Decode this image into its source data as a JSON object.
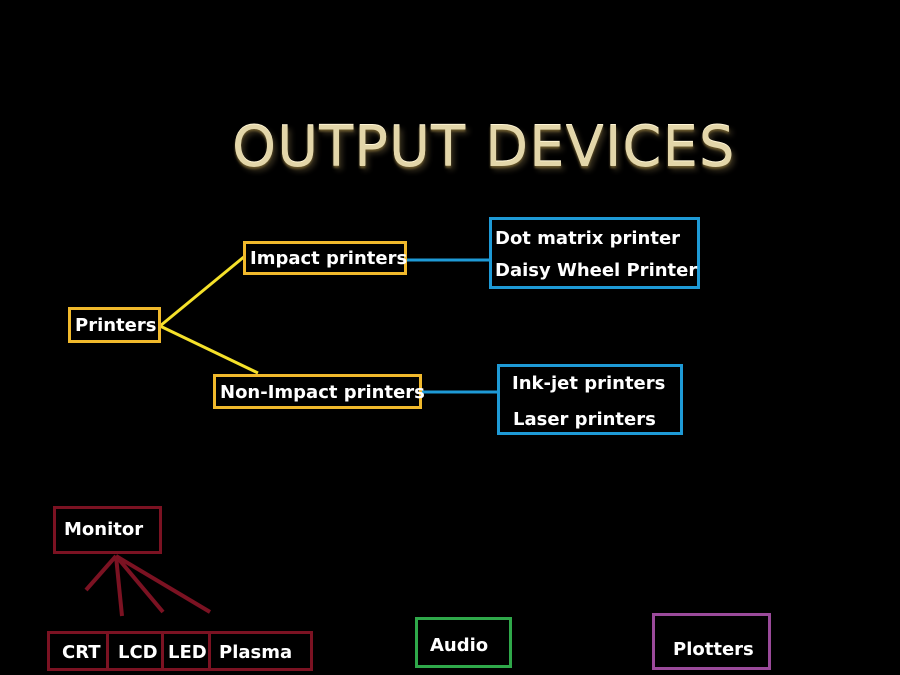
{
  "slide": {
    "title": "OUTPUT DEVICES"
  },
  "printers": {
    "root": "Printers",
    "impact": {
      "label": "Impact printers",
      "types": [
        "Dot matrix printer",
        "Daisy Wheel Printer"
      ]
    },
    "non_impact": {
      "label": "Non-Impact printers",
      "types": [
        "Ink-jet printers",
        "Laser printers"
      ]
    }
  },
  "monitor": {
    "label": "Monitor",
    "types": [
      "CRT",
      "LCD",
      "LED",
      "Plasma"
    ]
  },
  "audio": {
    "label": "Audio"
  },
  "plotters": {
    "label": "Plotters"
  },
  "colors": {
    "background": "#000000",
    "title": "#e3d6a9",
    "printer_box": "#f1b92c",
    "printer_type_box": "#1e9ad6",
    "printer_connector": "#f5e12a",
    "monitor": "#7b1222",
    "audio": "#2fa84a",
    "plotters": "#9a4a9a"
  }
}
